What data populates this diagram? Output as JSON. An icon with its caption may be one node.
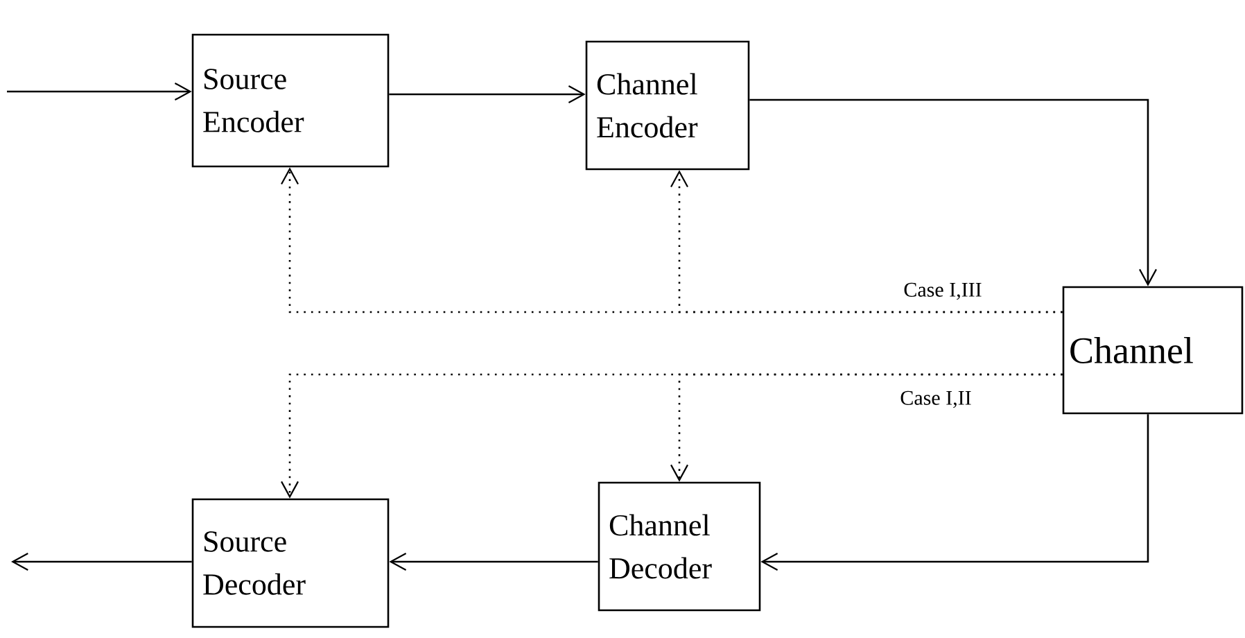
{
  "diagram": {
    "nodes": [
      {
        "text": [
          "Source Encoder"
        ]
      },
      {
        "text": [
          "Channel Encoder"
        ]
      },
      {
        "text": [
          "Channel"
        ]
      },
      {
        "text": [
          "Channel Decoder"
        ]
      },
      {
        "text": [
          "Source Decoder"
        ]
      }
    ],
    "edges": [
      {
        "from": null,
        "to": 0,
        "arrow": "to"
      },
      {
        "from": 0,
        "to": 1,
        "arrow": "to"
      },
      {
        "from": 1,
        "to": 2,
        "arrow": "to"
      },
      {
        "from": 2,
        "to": 3,
        "arrow": "to"
      },
      {
        "from": 3,
        "to": 4,
        "arrow": "to"
      },
      {
        "from": 4,
        "to": null,
        "arrow": "to"
      },
      {
        "from": 2,
        "to": 0,
        "arrow": "to",
        "style": "dashed",
        "label": "Case I,III"
      },
      {
        "from": 2,
        "to": 1,
        "arrow": "to",
        "style": "dashed"
      },
      {
        "from": 2,
        "to": 4,
        "arrow": "to",
        "style": "dashed",
        "label": "Case I,II"
      },
      {
        "from": 2,
        "to": 3,
        "arrow": "to",
        "style": "dashed"
      }
    ]
  }
}
